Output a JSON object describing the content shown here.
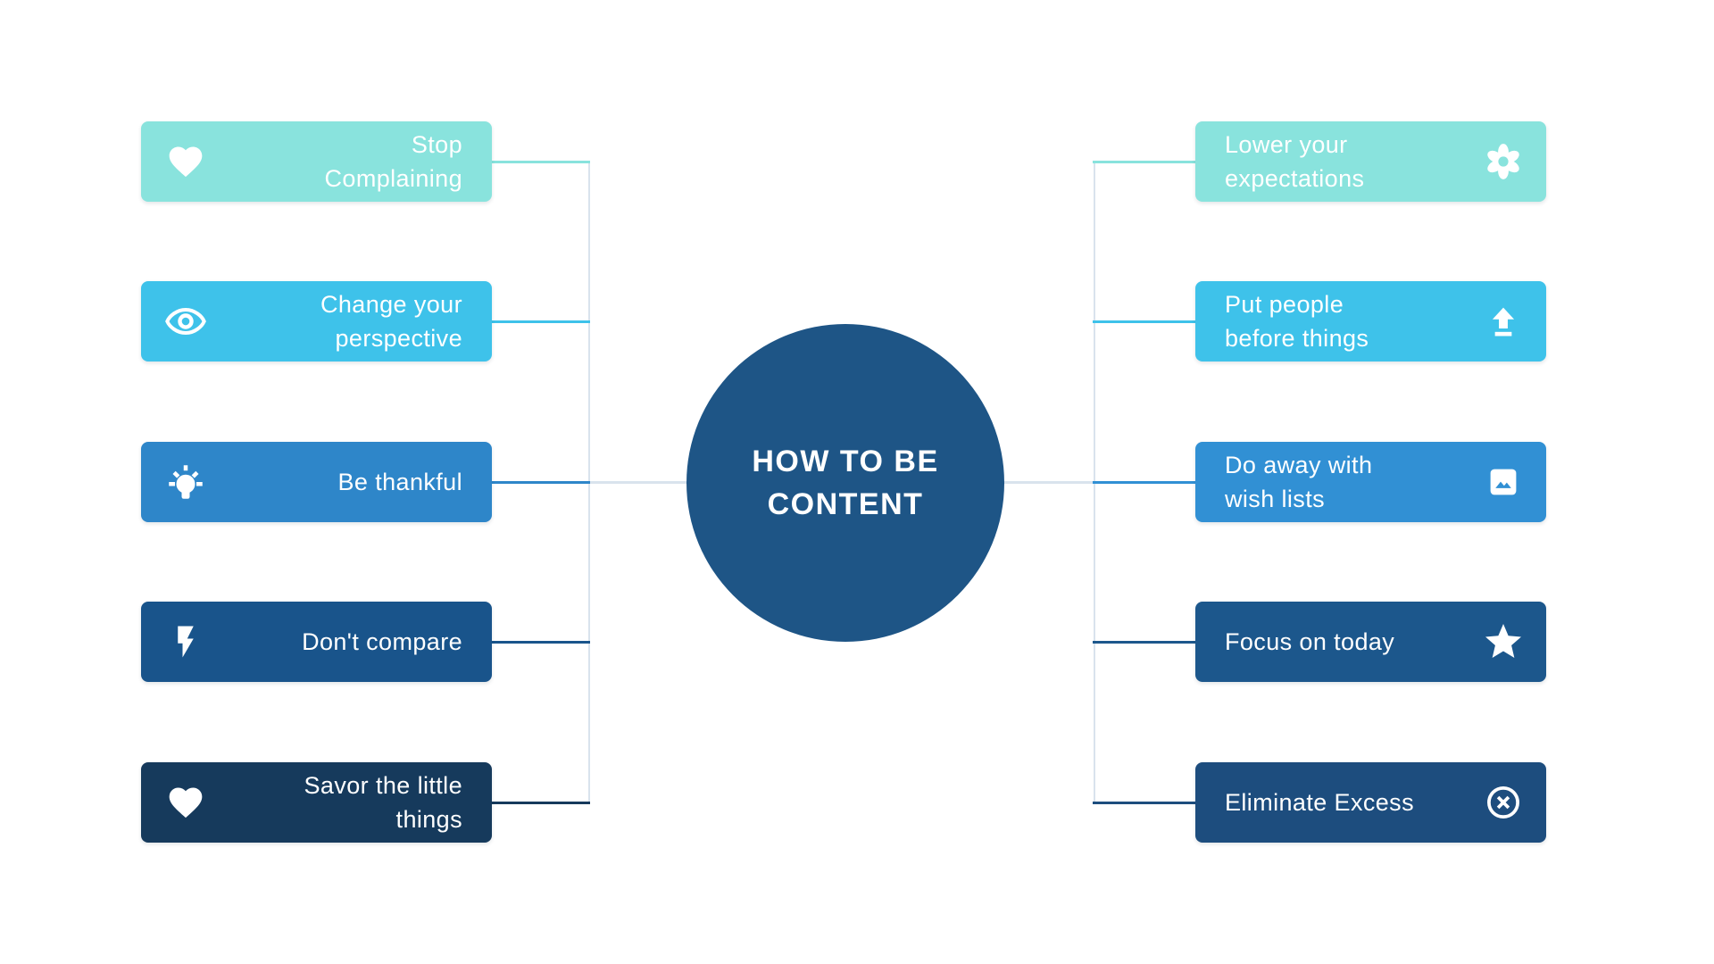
{
  "page": {
    "background": "#ffffff",
    "connector_line_color": "#d9e3ed"
  },
  "center": {
    "title": "HOW TO BE\nCONTENT",
    "color": "#1e5586",
    "text_color": "#ffffff"
  },
  "left_items": [
    {
      "label": "Stop\nComplaining",
      "icon": "heart-icon",
      "color": "#89e3dd"
    },
    {
      "label": "Change your\nperspective",
      "icon": "eye-icon",
      "color": "#3ec2ea"
    },
    {
      "label": "Be thankful",
      "icon": "lightbulb-icon",
      "color": "#2e86c9"
    },
    {
      "label": "Don't compare",
      "icon": "lightning-icon",
      "color": "#19548b"
    },
    {
      "label": "Savor the little\nthings",
      "icon": "heart-icon",
      "color": "#163a5c"
    }
  ],
  "right_items": [
    {
      "label": "Lower your\nexpectations",
      "icon": "flower-icon",
      "color": "#89e3dd"
    },
    {
      "label": "Put people\nbefore things",
      "icon": "upload-icon",
      "color": "#3ec2ea"
    },
    {
      "label": "Do away with\nwish lists",
      "icon": "image-icon",
      "color": "#3190d4"
    },
    {
      "label": "Focus on today",
      "icon": "star-icon",
      "color": "#1c578c"
    },
    {
      "label": "Eliminate Excess",
      "icon": "x-circle-icon",
      "color": "#1d4d7e"
    }
  ]
}
